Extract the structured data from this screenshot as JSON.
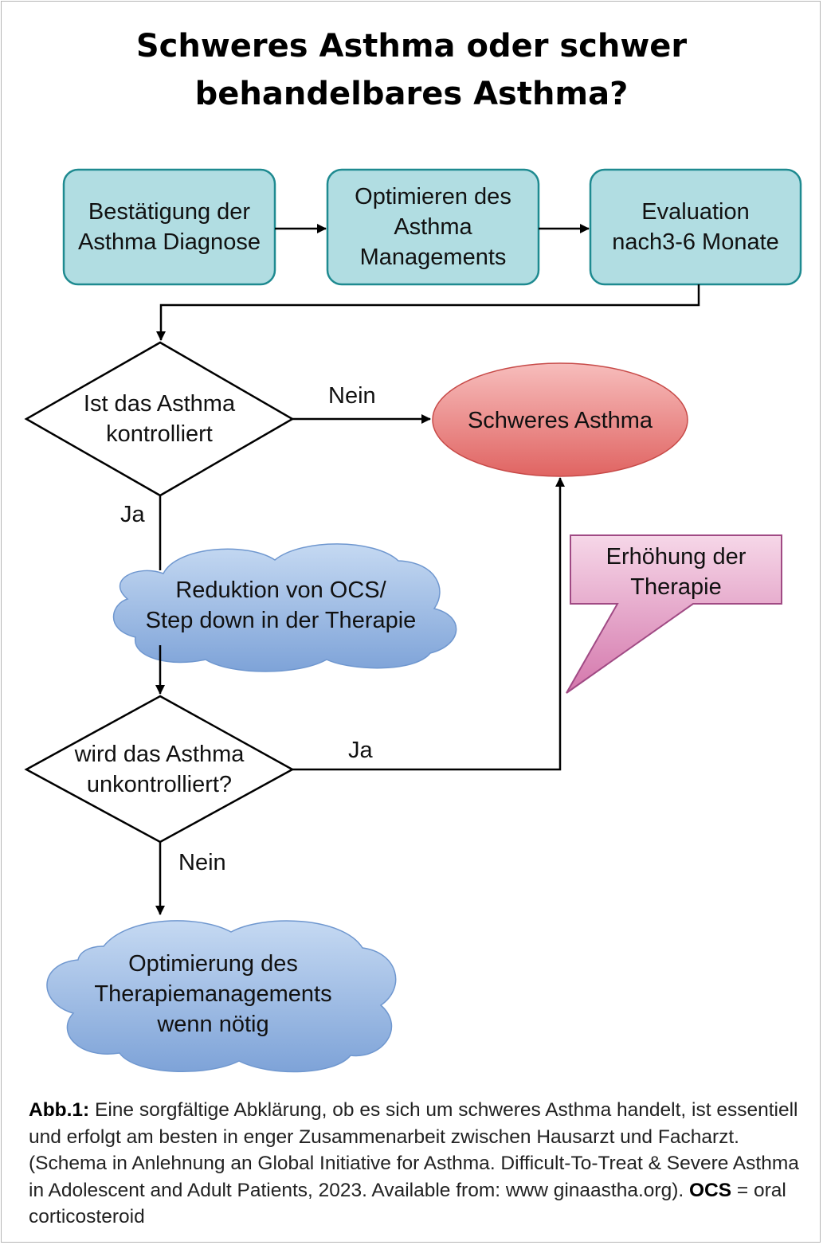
{
  "title": "Schweres Asthma oder schwer behandelbares Asthma?",
  "nodes": {
    "confirm_diagnosis": "Bestätigung der\nAsthma Diagnose",
    "optimize_management": "Optimieren des\nAsthma\nManagements",
    "evaluation": "Evaluation\nnach3-6 Monate",
    "is_controlled": "Ist das Asthma\nkontrolliert",
    "severe_asthma": "Schweres Asthma",
    "reduction": "Reduktion von OCS/\nStep down in der Therapie",
    "increase_therapy": "Erhöhung der\nTherapie",
    "uncontrolled": "wird das Asthma\nunkontrolliert?",
    "optimize_therapy": "Optimierung des\nTherapiemanagements\nwenn nötig"
  },
  "edge_labels": {
    "controlled_no": "Nein",
    "controlled_yes": "Ja",
    "uncontrolled_yes": "Ja",
    "uncontrolled_no": "Nein"
  },
  "caption": {
    "label": "Abb.1:",
    "text": " Eine sorgfältige Abklärung, ob es sich um schweres Asthma handelt, ist essentiell und erfolgt am besten in enger Zusammenarbeit zwischen Hausarzt und Facharzt. (Schema in Anlehnung an Global Initiative for Asthma. Difficult-To-Treat & Severe Asthma in Adolescent and Adult Patients, 2023. Available from: www ginaastha.org). ",
    "abbr": "OCS",
    "abbr_def": " = oral corticosteroid"
  },
  "colors": {
    "process_fill": "#b1dde2",
    "process_stroke": "#1e8a90",
    "terminal_fill": "#ea6b69",
    "cloud_fill": "#90b4e0",
    "callout_fill": "#e2a6c8",
    "callout_stroke": "#a04a84"
  }
}
